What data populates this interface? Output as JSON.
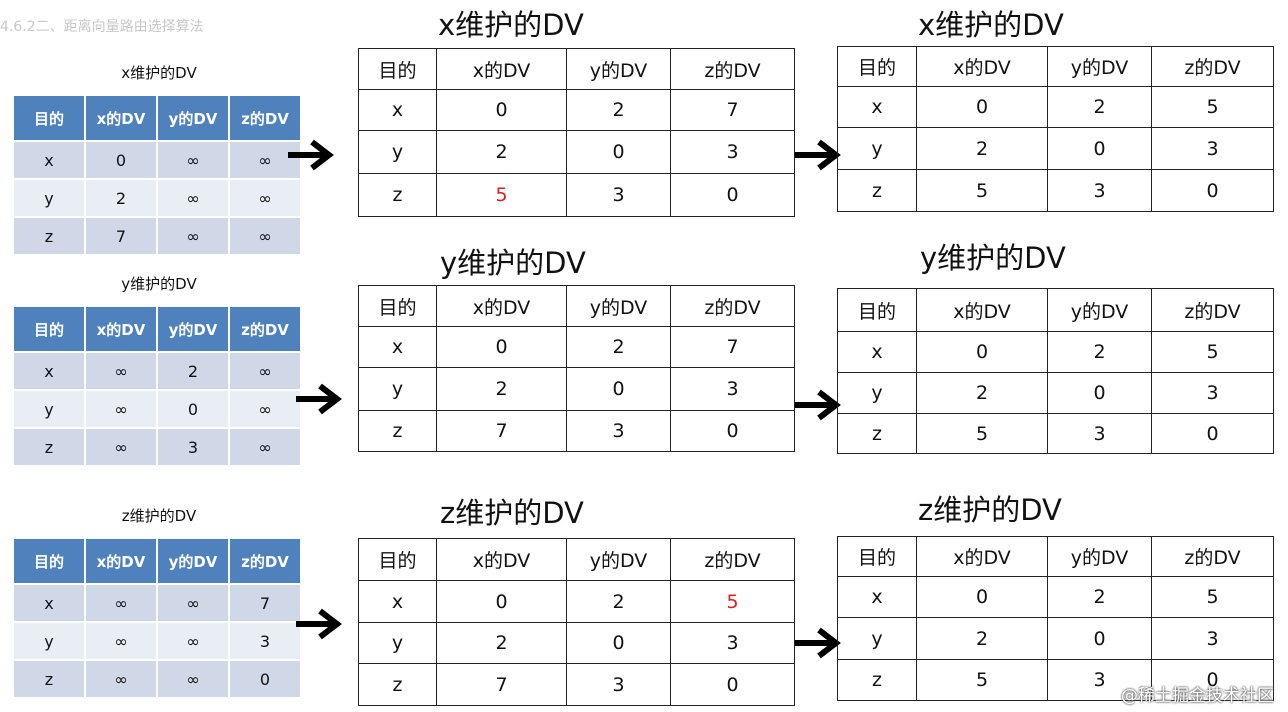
{
  "page": {
    "title": "4.6.2二、距离向量路由选择算法",
    "watermark": "@稀土掘金技术社区"
  },
  "headers": [
    "目的",
    "x的DV",
    "y的DV",
    "z的DV"
  ],
  "initial": [
    {
      "caption": "x维护的DV",
      "rows": [
        [
          "x",
          "0",
          "∞",
          "∞"
        ],
        [
          "y",
          "2",
          "∞",
          "∞"
        ],
        [
          "z",
          "7",
          "∞",
          "∞"
        ]
      ]
    },
    {
      "caption": "y维护的DV",
      "rows": [
        [
          "x",
          "∞",
          "2",
          "∞"
        ],
        [
          "y",
          "∞",
          "0",
          "∞"
        ],
        [
          "z",
          "∞",
          "3",
          "∞"
        ]
      ]
    },
    {
      "caption": "z维护的DV",
      "rows": [
        [
          "x",
          "∞",
          "∞",
          "7"
        ],
        [
          "y",
          "∞",
          "∞",
          "3"
        ],
        [
          "z",
          "∞",
          "∞",
          "0"
        ]
      ]
    }
  ],
  "step1": [
    {
      "caption": "x维护的DV",
      "rows": [
        [
          "x",
          "0",
          "2",
          "7"
        ],
        [
          "y",
          "2",
          "0",
          "3"
        ],
        [
          "z",
          "5",
          "3",
          "0"
        ]
      ]
    },
    {
      "caption": "y维护的DV",
      "rows": [
        [
          "x",
          "0",
          "2",
          "7"
        ],
        [
          "y",
          "2",
          "0",
          "3"
        ],
        [
          "z",
          "7",
          "3",
          "0"
        ]
      ]
    },
    {
      "caption": "z维护的DV",
      "rows": [
        [
          "x",
          "0",
          "2",
          "5"
        ],
        [
          "y",
          "2",
          "0",
          "3"
        ],
        [
          "z",
          "7",
          "3",
          "0"
        ]
      ]
    }
  ],
  "step2": [
    {
      "caption": "x维护的DV",
      "rows": [
        [
          "x",
          "0",
          "2",
          "5"
        ],
        [
          "y",
          "2",
          "0",
          "3"
        ],
        [
          "z",
          "5",
          "3",
          "0"
        ]
      ]
    },
    {
      "caption": "y维护的DV",
      "rows": [
        [
          "x",
          "0",
          "2",
          "5"
        ],
        [
          "y",
          "2",
          "0",
          "3"
        ],
        [
          "z",
          "5",
          "3",
          "0"
        ]
      ]
    },
    {
      "caption": "z维护的DV",
      "rows": [
        [
          "x",
          "0",
          "2",
          "5"
        ],
        [
          "y",
          "2",
          "0",
          "3"
        ],
        [
          "z",
          "5",
          "3",
          "0"
        ]
      ]
    }
  ],
  "highlight_color": "#d62020",
  "header_color": "#4f81bd"
}
